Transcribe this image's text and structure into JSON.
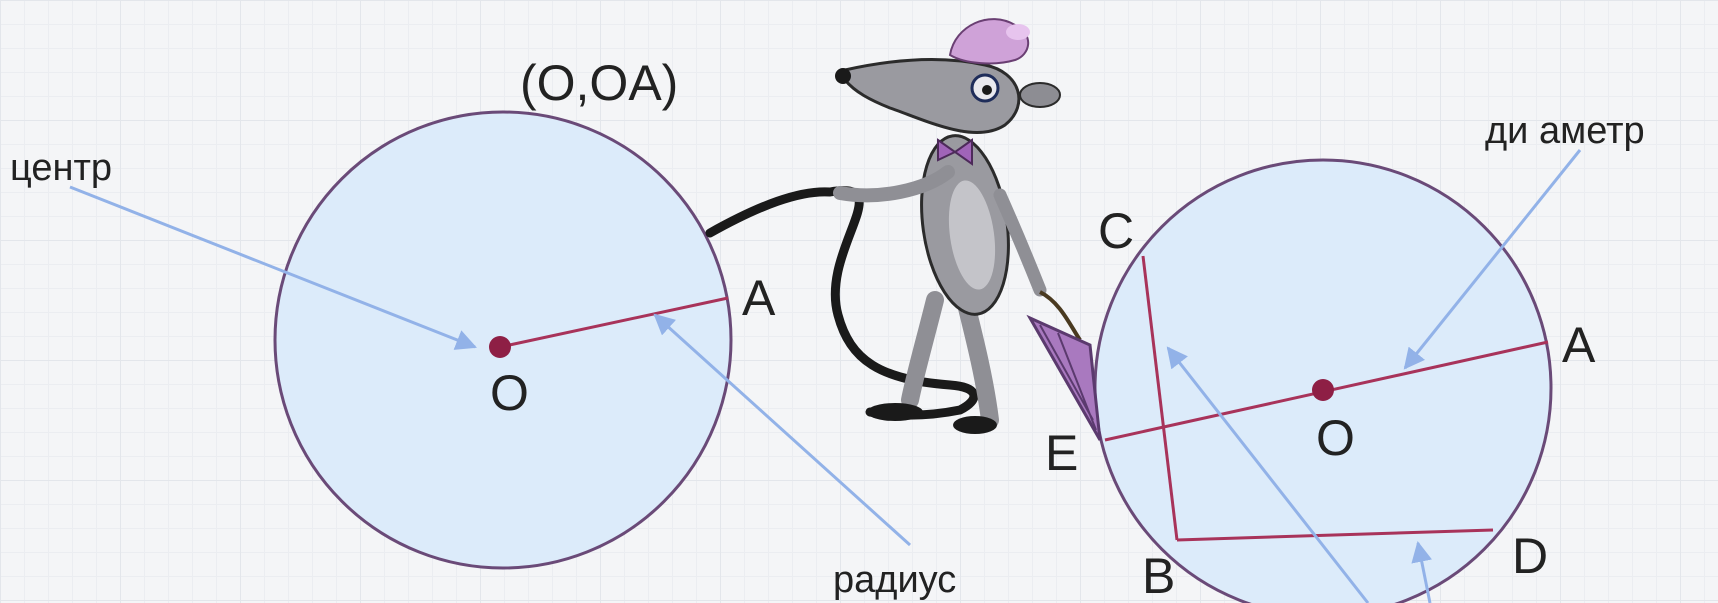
{
  "colors": {
    "disk_fill": "#dcebfa",
    "circle_stroke": "#6a4a78",
    "segment": "#a8335a",
    "center_dot": "#8e1f45",
    "pointer": "#92b2e8"
  },
  "left_figure": {
    "notation": "(O,OA)",
    "center_label": "O",
    "point_label": "A",
    "center_caption": "центр",
    "radius_caption": "радиус"
  },
  "right_figure": {
    "center_label": "O",
    "diameter_caption": "ди аметр",
    "points": {
      "A": "A",
      "B": "B",
      "C": "C",
      "D": "D",
      "E": "E"
    }
  },
  "illustration": "mouse-with-umbrella-icon"
}
